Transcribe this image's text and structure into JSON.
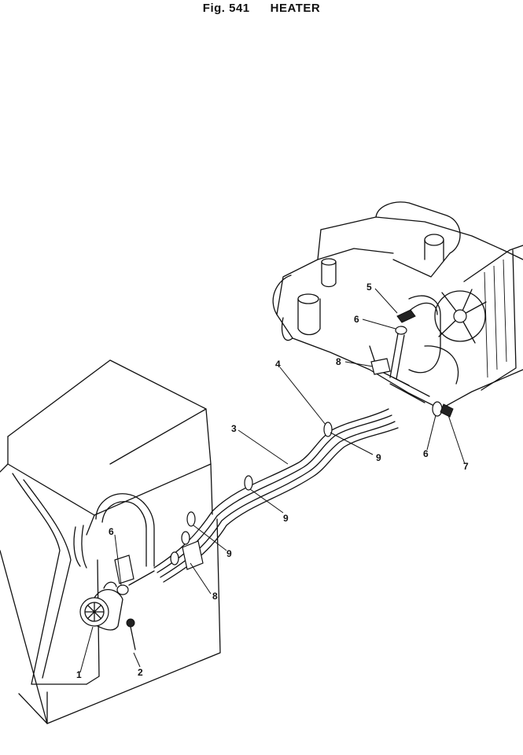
{
  "figure": {
    "label": "Fig.",
    "number": "541",
    "title": "HEATER"
  },
  "callouts": {
    "c1_bottom_left": "1",
    "c2": "2",
    "c3": "3",
    "c4": "4",
    "c5": "5",
    "c6_engine_top": "6",
    "c6_cab": "6",
    "c6_engine_right": "6",
    "c7": "7",
    "c8_engine": "8",
    "c8_cab": "8",
    "c9_right": "9",
    "c9_mid": "9",
    "c9_cab": "9"
  }
}
